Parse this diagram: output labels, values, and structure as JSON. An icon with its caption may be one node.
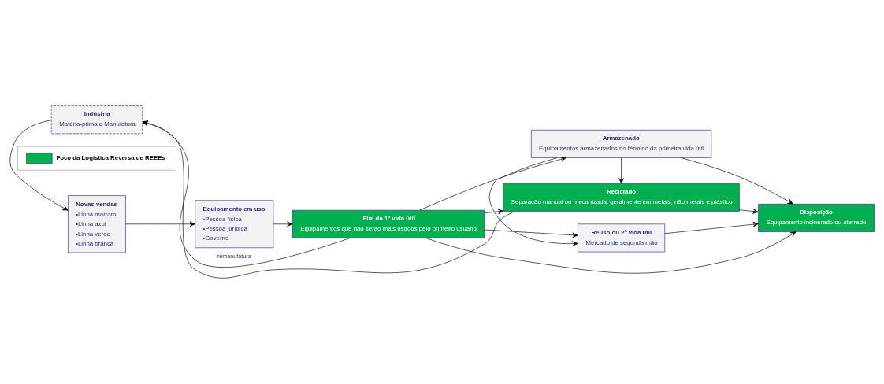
{
  "diagram": {
    "nodes": [
      {
        "text": [
          "Novas vendas",
          "•Linha marrom",
          "•Linha azul",
          "•Linha verde",
          "•Linha branca"
        ]
      },
      {
        "text": [
          "Equipamento em uso",
          "•Pessoa física",
          "•Pessoa jurídica",
          "•Governo"
        ]
      },
      {
        "text": [
          "Fim da 1ª vida útil",
          "Equipamentos que não serão mais usados pelo primeiro usuário"
        ]
      },
      {
        "text": [
          "Armazenado",
          "Equipamentos armazenados no término da primeira vida útil"
        ]
      },
      {
        "text": [
          "Reuso ou 2ª vida útil",
          "Mercado de segunda mão"
        ]
      },
      {
        "text": [
          "Disposição",
          "Equipamento incinerado ou aterrado"
        ]
      },
      {
        "text": [
          "Reciclado",
          "Separação manual ou mecanizada, geralmente em metais, não metais e plástico"
        ]
      },
      {
        "text": [
          "Indústria",
          "Matéria-prima e Manufatura"
        ]
      }
    ],
    "edges": [
      {
        "from": 0,
        "to": 1,
        "arrow": "to"
      },
      {
        "from": 1,
        "to": 2,
        "arrow": "to"
      },
      {
        "from": 2,
        "to": 3,
        "arrow": "to"
      },
      {
        "from": 2,
        "to": 4,
        "arrow": "to"
      },
      {
        "from": 2,
        "to": 6,
        "arrow": "to"
      },
      {
        "from": 3,
        "to": 4,
        "arrow": "to"
      },
      {
        "from": 3,
        "to": 5,
        "arrow": "to"
      },
      {
        "from": 3,
        "to": 6,
        "arrow": "to"
      },
      {
        "from": 4,
        "to": 5,
        "arrow": "to"
      },
      {
        "from": 6,
        "to": 5,
        "arrow": "to"
      },
      {
        "from": 2,
        "to": 5,
        "arrow": "to"
      },
      {
        "from": 2,
        "to": 7,
        "arrow": "to",
        "label": "remanufatura"
      },
      {
        "from": 6,
        "to": 7,
        "arrow": "to"
      },
      {
        "from": 7,
        "to": 0,
        "arrow": "to"
      }
    ],
    "legend": [
      {
        "text": "Foco da Logística Reversa de REEEs",
        "color": "#00b050"
      }
    ]
  }
}
